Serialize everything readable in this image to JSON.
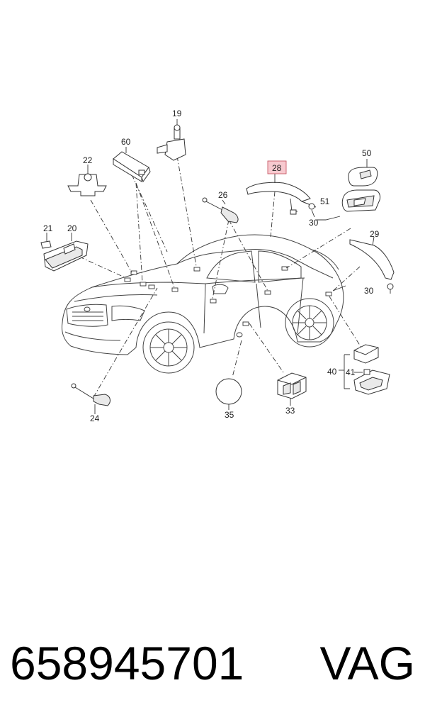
{
  "callouts": {
    "c19": "19",
    "c60": "60",
    "c22": "22",
    "c28": "28",
    "c50": "50",
    "c26": "26",
    "c51": "51",
    "c30a": "30",
    "c21": "21",
    "c20": "20",
    "c29": "29",
    "c30b": "30",
    "c40": "40",
    "c41": "41",
    "c24": "24",
    "c35": "35",
    "c33": "33"
  },
  "highlight_color": "#f7c9cf",
  "footer": {
    "part_number": "658945701",
    "brand": "VAG"
  }
}
